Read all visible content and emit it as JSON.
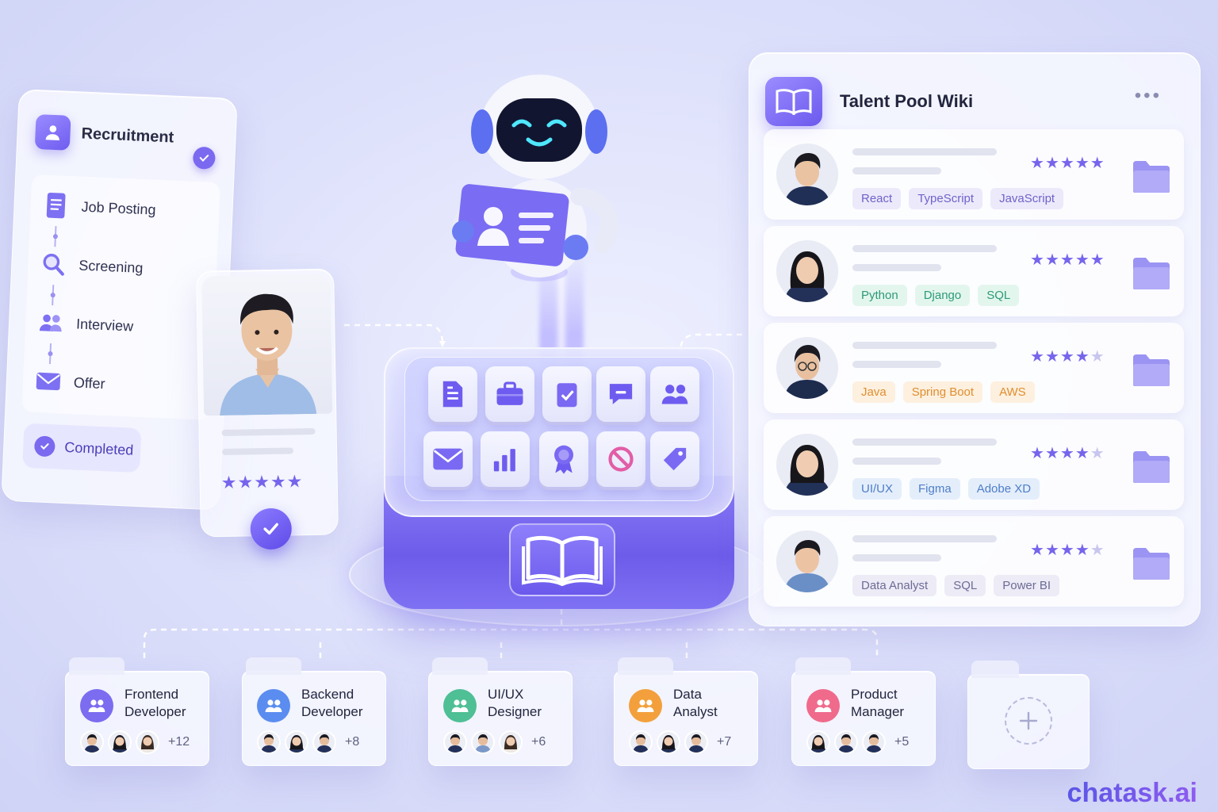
{
  "recruitment": {
    "title": "Recruitment",
    "steps": [
      {
        "label": "Job Posting",
        "icon": "document-icon"
      },
      {
        "label": "Screening",
        "icon": "search-icon"
      },
      {
        "label": "Interview",
        "icon": "people-icon"
      },
      {
        "label": "Offer",
        "icon": "mail-icon"
      }
    ],
    "completed_label": "Completed"
  },
  "candidate": {
    "rating": 5,
    "rating_max": 5
  },
  "wiki": {
    "title": "Talent Pool Wiki",
    "candidates": [
      {
        "rating": 5,
        "tags": [
          "React",
          "TypeScript",
          "JavaScript"
        ],
        "tag_color": "purple"
      },
      {
        "rating": 5,
        "tags": [
          "Python",
          "Django",
          "SQL"
        ],
        "tag_color": "green"
      },
      {
        "rating": 4,
        "tags": [
          "Java",
          "Spring Boot",
          "AWS"
        ],
        "tag_color": "orange"
      },
      {
        "rating": 4,
        "tags": [
          "UI/UX",
          "Figma",
          "Adobe XD"
        ],
        "tag_color": "blue"
      },
      {
        "rating": 4,
        "tags": [
          "Data Analyst",
          "SQL",
          "Power BI"
        ],
        "tag_color": "lav"
      }
    ]
  },
  "toolbox_icons": [
    "document-icon",
    "briefcase-icon",
    "checklist-icon",
    "chat-icon",
    "people-icon",
    "mail-icon",
    "bar-chart-icon",
    "award-icon",
    "block-icon",
    "tag-icon"
  ],
  "categories": [
    {
      "name_l1": "Frontend",
      "name_l2": "Developer",
      "count": "+12",
      "color": "#7b6cf0"
    },
    {
      "name_l1": "Backend",
      "name_l2": "Developer",
      "count": "+8",
      "color": "#5b8df0"
    },
    {
      "name_l1": "UI/UX",
      "name_l2": "Designer",
      "count": "+6",
      "color": "#4fbf95"
    },
    {
      "name_l1": "Data",
      "name_l2": "Analyst",
      "count": "+7",
      "color": "#f3a03c"
    },
    {
      "name_l1": "Product",
      "name_l2": "Manager",
      "count": "+5",
      "color": "#f06a8c"
    }
  ],
  "brand": "chatask.ai",
  "colors": {
    "accent": "#7b69f0",
    "accent_dark": "#5f4be8"
  }
}
